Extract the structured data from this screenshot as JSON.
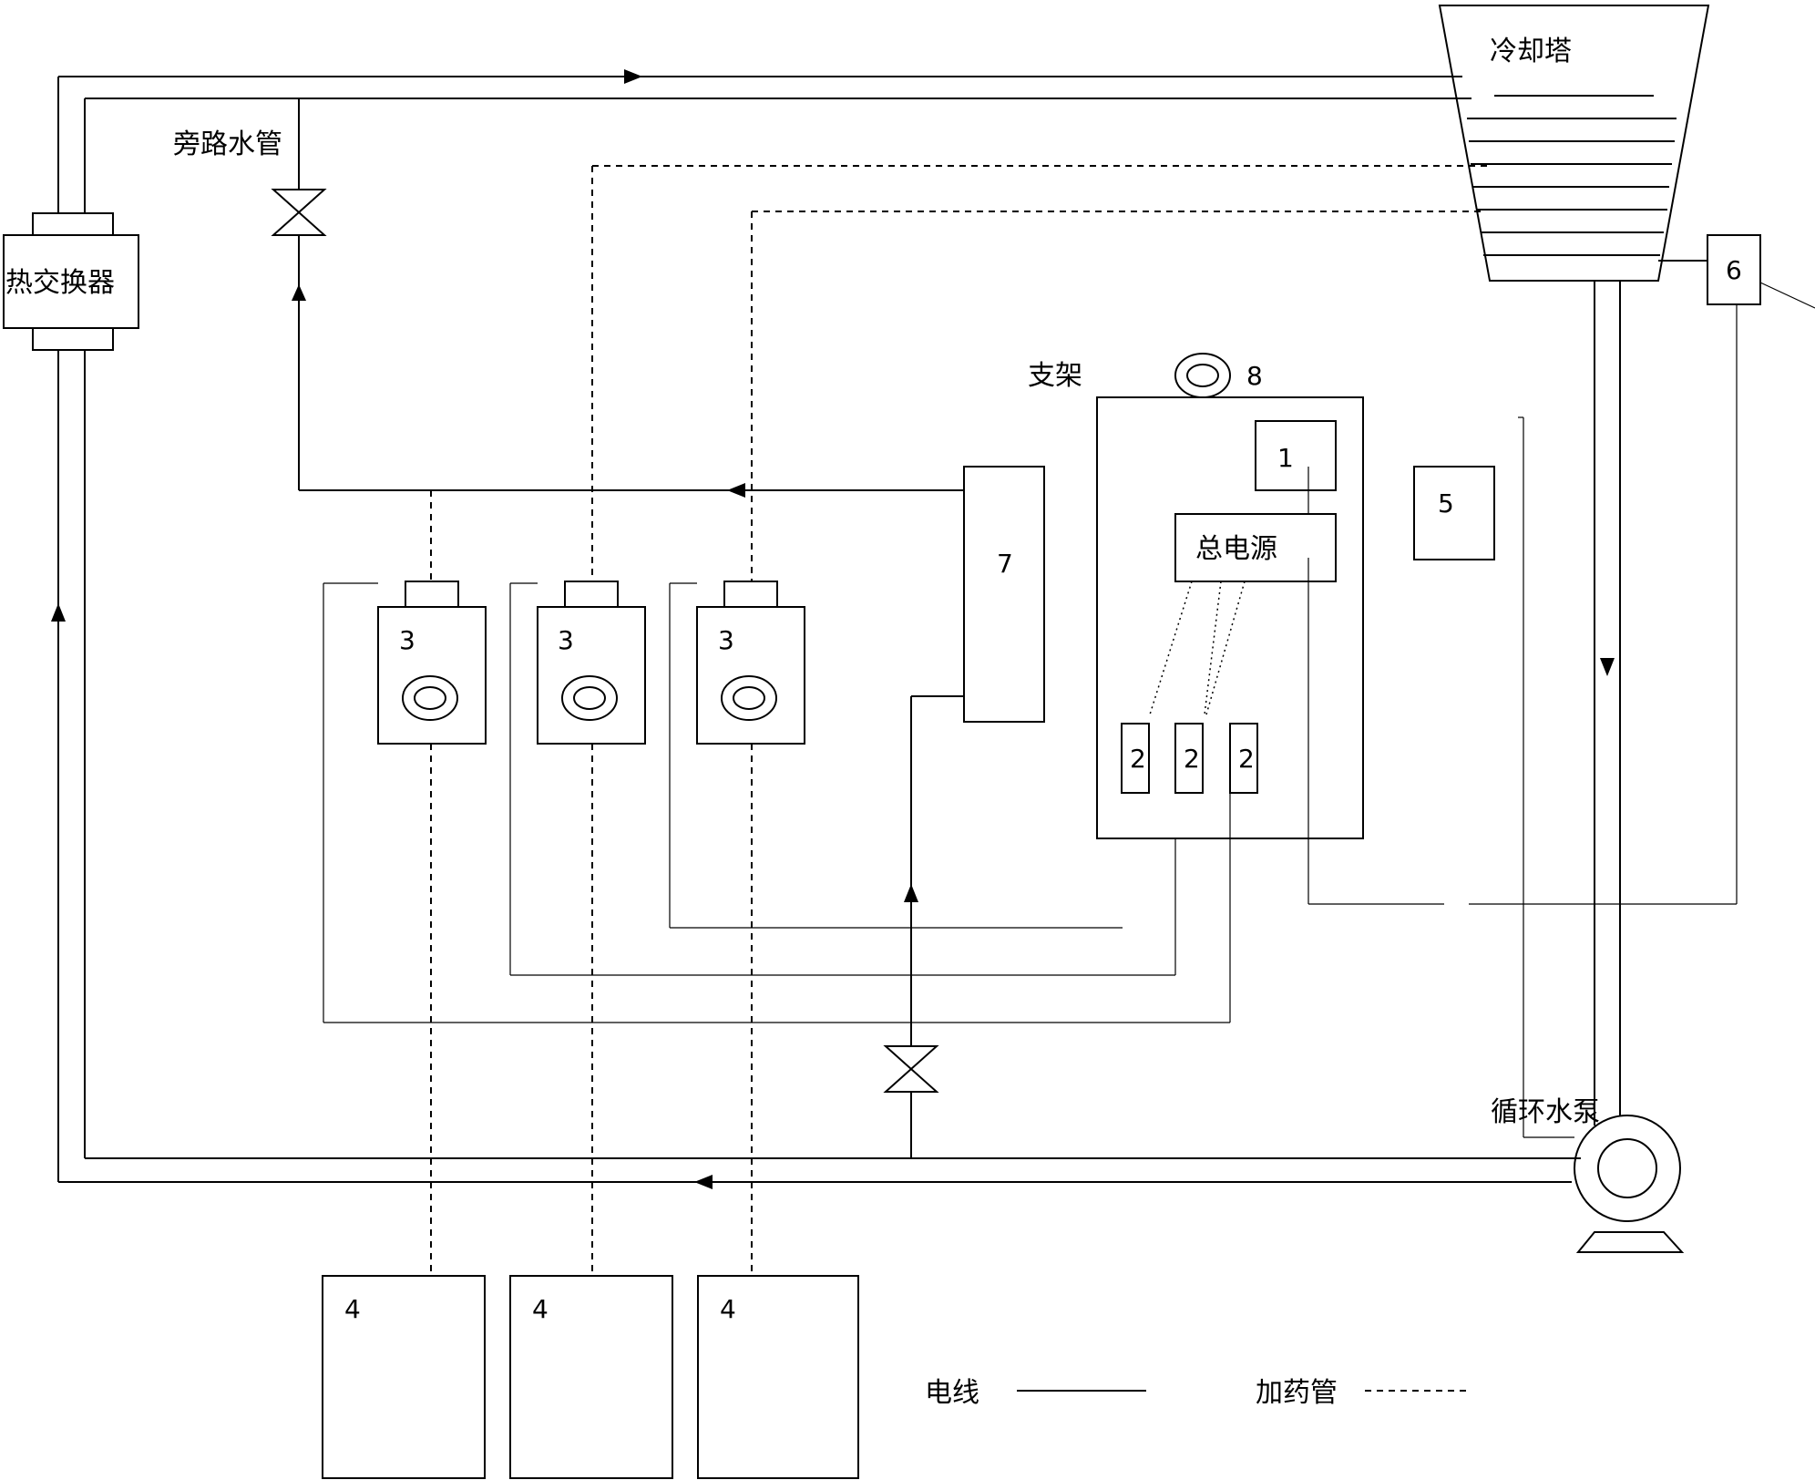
{
  "labels": {
    "cooling_tower": "冷却塔",
    "heat_exchanger": "热交换器",
    "bypass_pipe": "旁路水管",
    "bracket": "支架",
    "main_power": "总电源",
    "circulation_pump": "循环水泵",
    "legend_wire": "电线",
    "legend_dosing_pipe": "加药管"
  },
  "components": {
    "c1": "1",
    "c2a": "2",
    "c2b": "2",
    "c2c": "2",
    "c3a": "3",
    "c3b": "3",
    "c3c": "3",
    "c4a": "4",
    "c4b": "4",
    "c4c": "4",
    "c5": "5",
    "c6": "6",
    "c7": "7",
    "c8": "8"
  }
}
